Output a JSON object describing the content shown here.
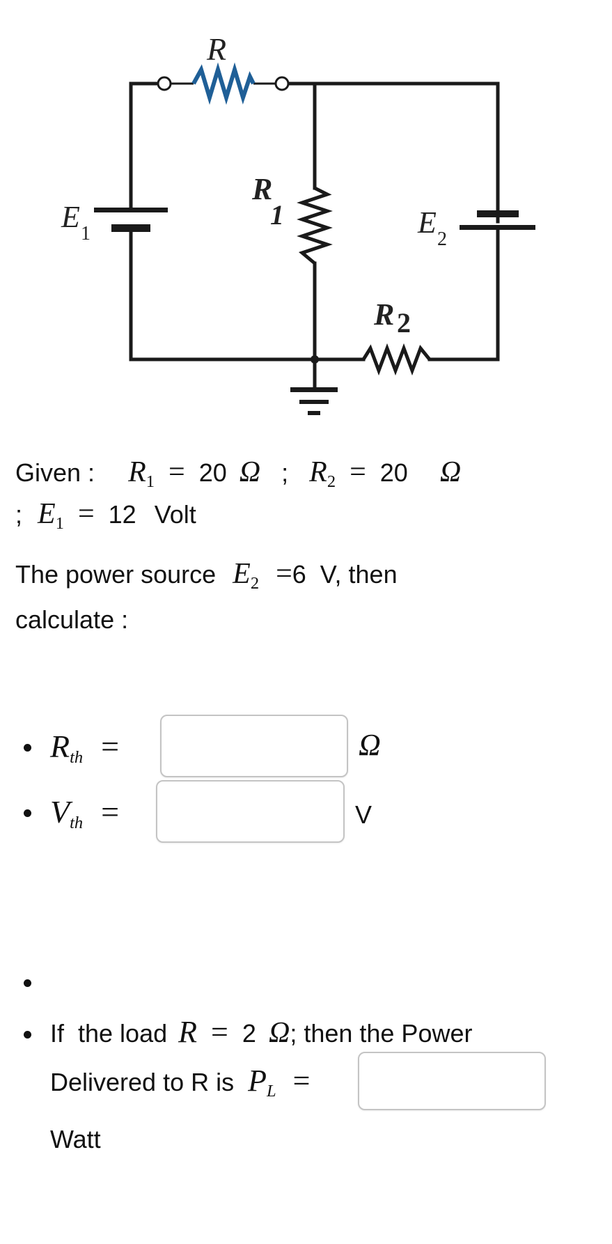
{
  "diagram": {
    "labels": {
      "R": "R",
      "R1_main": "R",
      "R1_sub": "1",
      "R2_main": "R",
      "R2_sub": "2",
      "E1_main": "E",
      "E1_sub": "1",
      "E2_main": "E",
      "E2_sub": "2"
    },
    "colors": {
      "wire": "#1a1a1a",
      "load_resistor": "#1f5f97"
    }
  },
  "given": {
    "prefix": "Given :",
    "r1_sym": "R",
    "r1_sub": "1",
    "r1_eq": "=",
    "r1_val": "20",
    "r1_unit": "Ω",
    "sep1": ";",
    "r2_sym": "R",
    "r2_sub": "2",
    "r2_eq": "=",
    "r2_val": "20",
    "r2_unit": "Ω",
    "sep2": ";",
    "e1_sym": "E",
    "e1_sub": "1",
    "e1_eq": "=",
    "e1_val": "12",
    "e1_unit": "Volt"
  },
  "power": {
    "prefix": "The power source",
    "e2_sym": "E",
    "e2_sub": "2",
    "e2_eq": "=",
    "e2_val": "6",
    "e2_unit": "V",
    "suffix": ", then",
    "line2": "calculate :"
  },
  "rth": {
    "sym": "R",
    "sub": "th",
    "eq": "=",
    "value": "",
    "unit": "Ω"
  },
  "vth": {
    "sym": "V",
    "sub": "th",
    "eq": "=",
    "value": "",
    "unit": "V"
  },
  "load": {
    "prefix": "If  the load",
    "r_sym": "R",
    "r_eq": "=",
    "r_val": "2",
    "r_unit": "Ω",
    "suffix": "; then the Power",
    "line2_prefix": "Delivered to R is",
    "p_sym": "P",
    "p_sub": "L",
    "p_eq": "=",
    "value": "",
    "unit": "Watt"
  }
}
